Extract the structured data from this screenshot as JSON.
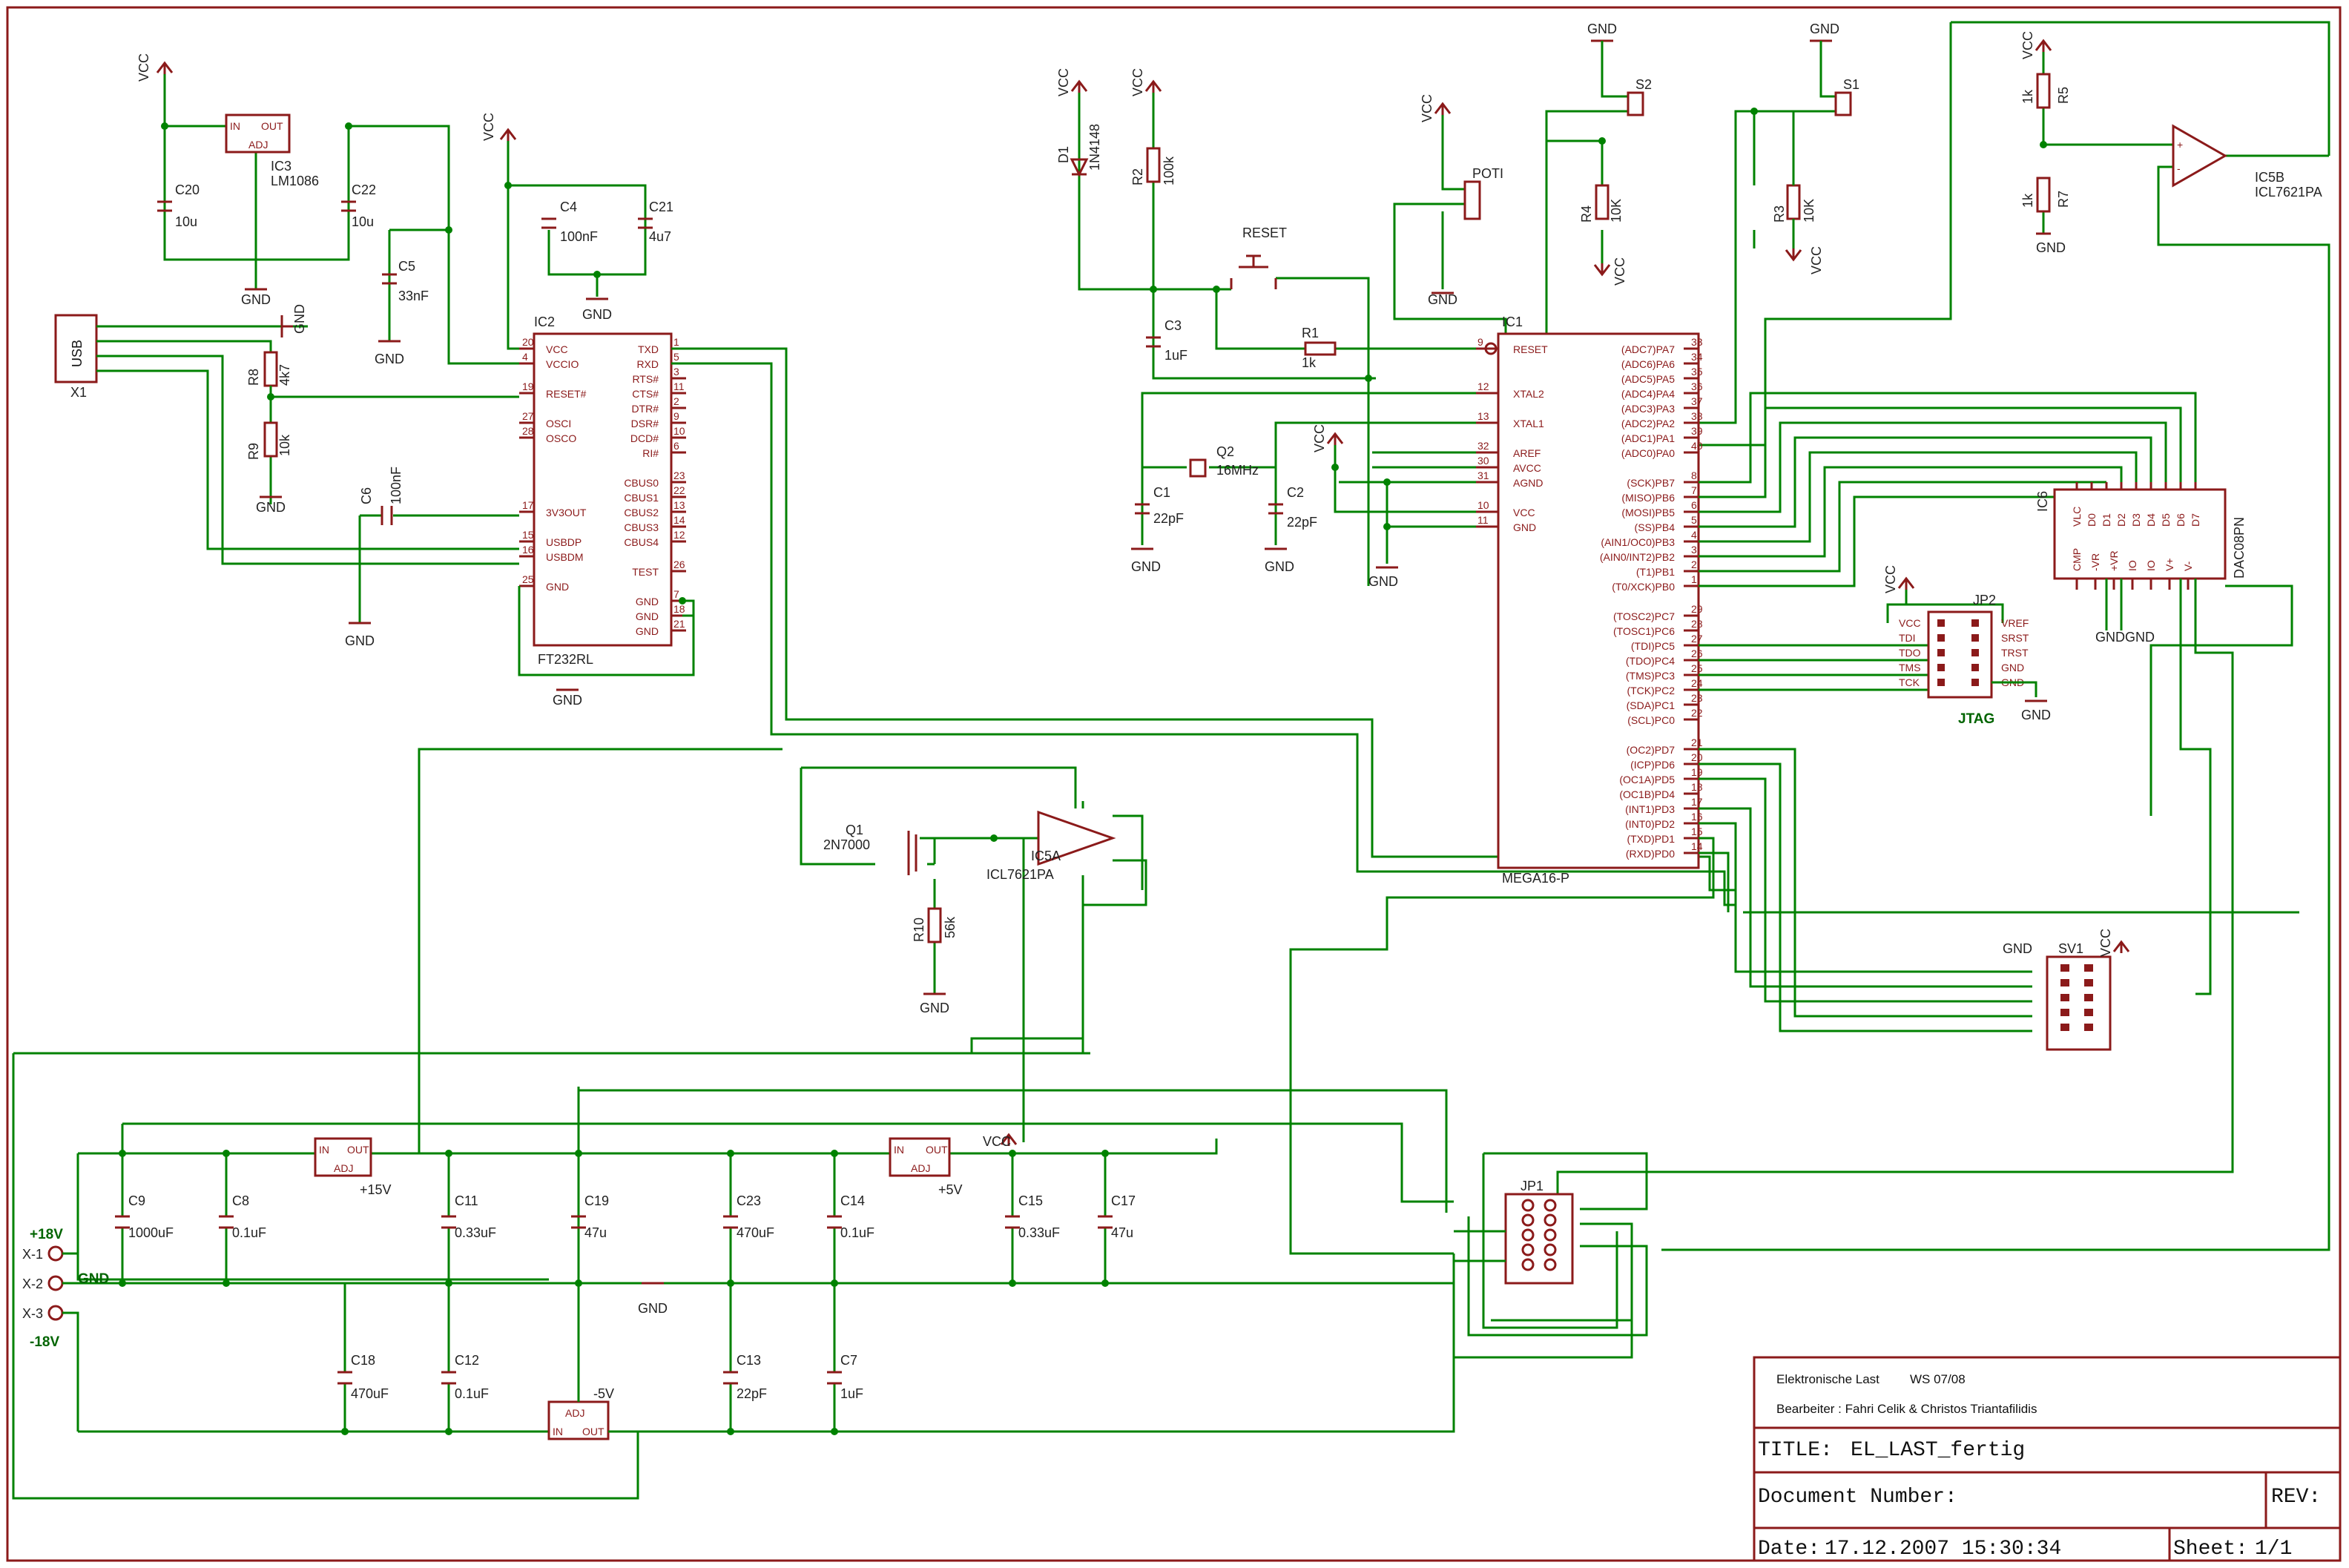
{
  "labels": {
    "vcc": "VCC",
    "gnd": "GND",
    "usb": "USB",
    "x1": "X1",
    "ic3_name": "IC3",
    "ic3_value": "LM1086",
    "ic3_in": "IN",
    "ic3_out": "OUT",
    "ic3_adj": "ADJ",
    "c20": "C20",
    "c20_val": "10u",
    "c22": "C22",
    "c22_val": "10u",
    "c5": "C5",
    "c5_val": "33nF",
    "c4": "C4",
    "c4_val": "100nF",
    "c21": "C21",
    "c21_val": "4u7",
    "c6": "C6",
    "c6_val": "100nF",
    "r8": "R8",
    "r8_val": "4k7",
    "r9": "R9",
    "r9_val": "10k",
    "ic2_name": "IC2",
    "ic2_value": "FT232RL",
    "ic2_left_pins": [
      "VCC",
      "VCCIO",
      "RESET#",
      "OSCI",
      "OSCO",
      "3V3OUT",
      "USBDP",
      "USBDM",
      "GND"
    ],
    "ic2_left_nums": [
      "20",
      "4",
      "19",
      "27",
      "28",
      "17",
      "15",
      "16",
      "25"
    ],
    "ic2_right_pins": [
      "TXD",
      "RXD",
      "RTS#",
      "CTS#",
      "DTR#",
      "DSR#",
      "DCD#",
      "RI#",
      "CBUS0",
      "CBUS1",
      "CBUS2",
      "CBUS3",
      "CBUS4",
      "TEST",
      "GND",
      "GND",
      "GND"
    ],
    "ic2_right_nums": [
      "1",
      "5",
      "3",
      "11",
      "2",
      "9",
      "10",
      "6",
      "23",
      "22",
      "13",
      "14",
      "12",
      "26",
      "7",
      "18",
      "21"
    ],
    "d1": "D1",
    "d1_val": "1N4148",
    "r2": "R2",
    "r2_val": "100k",
    "c3": "C3",
    "c3_val": "1uF",
    "reset": "RESET",
    "r1": "R1",
    "r1_val": "1k",
    "q2": "Q2",
    "q2_val": "16MHz",
    "c1": "C1",
    "c1_val": "22pF",
    "c2": "C2",
    "c2_val": "22pF",
    "poti": "POTI",
    "s1": "S1",
    "s2": "S2",
    "r3": "R3",
    "r3_val": "10K",
    "r4": "R4",
    "r4_val": "10K",
    "r5": "R5",
    "r5_val": "1k",
    "r7": "R7",
    "r7_val": "1k",
    "ic5b": "IC5B",
    "ic5b_val": "ICL7621PA",
    "ic1_name": "IC1",
    "ic1_value": "MEGA16-P",
    "ic1_left_pins": [
      "RESET",
      "XTAL2",
      "XTAL1",
      "AREF",
      "AVCC",
      "AGND",
      "VCC",
      "GND"
    ],
    "ic1_left_nums": [
      "9",
      "12",
      "13",
      "32",
      "30",
      "31",
      "10",
      "11"
    ],
    "ic1_right_pins": [
      "(ADC7)PA7",
      "(ADC6)PA6",
      "(ADC5)PA5",
      "(ADC4)PA4",
      "(ADC3)PA3",
      "(ADC2)PA2",
      "(ADC1)PA1",
      "(ADC0)PA0",
      "(SCK)PB7",
      "(MISO)PB6",
      "(MOSI)PB5",
      "(SS)PB4",
      "(AIN1/OC0)PB3",
      "(AIN0/INT2)PB2",
      "(T1)PB1",
      "(T0/XCK)PB0",
      "(TOSC2)PC7",
      "(TOSC1)PC6",
      "(TDI)PC5",
      "(TDO)PC4",
      "(TMS)PC3",
      "(TCK)PC2",
      "(SDA)PC1",
      "(SCL)PC0",
      "(OC2)PD7",
      "(ICP)PD6",
      "(OC1A)PD5",
      "(OC1B)PD4",
      "(INT1)PD3",
      "(INT0)PD2",
      "(TXD)PD1",
      "(RXD)PD0"
    ],
    "ic1_right_nums": [
      "33",
      "34",
      "35",
      "36",
      "37",
      "38",
      "39",
      "40",
      "8",
      "7",
      "6",
      "5",
      "4",
      "3",
      "2",
      "1",
      "29",
      "28",
      "27",
      "26",
      "25",
      "24",
      "23",
      "22",
      "21",
      "20",
      "19",
      "18",
      "17",
      "16",
      "15",
      "14"
    ],
    "ic6_name": "IC6",
    "ic6_value": "DAC08PN",
    "ic6_top_pins": [
      "VLC",
      "D0",
      "D1",
      "D2",
      "D3",
      "D4",
      "D5",
      "D6",
      "D7"
    ],
    "ic6_bot_pins": [
      "CMP",
      "-VR",
      "+VR",
      "IO",
      "IO",
      "V+",
      "V-"
    ],
    "jp2": "JP2",
    "jtag": "JTAG",
    "jtag_left": [
      "VCC",
      "TDI",
      "TDO",
      "TMS",
      "TCK"
    ],
    "jtag_right": [
      "VREF",
      "SRST",
      "TRST",
      "GND",
      "GND"
    ],
    "sv1": "SV1",
    "q1": "Q1",
    "q1_val": "2N7000",
    "ic5a": "IC5A",
    "ic5a_val": "ICL7621PA",
    "r10": "R10",
    "r10_val": "56k",
    "jp1": "JP1",
    "c9": "C9",
    "c9_val": "1000uF",
    "c8": "C8",
    "c8_val": "0.1uF",
    "c11": "C11",
    "c11_val": "0.33uF",
    "c19": "C19",
    "c19_val": "47u",
    "c23": "C23",
    "c23_val": "470uF",
    "c14": "C14",
    "c14_val": "0.1uF",
    "c15": "C15",
    "c15_val": "0.33uF",
    "c17": "C17",
    "c17_val": "47u",
    "c18": "C18",
    "c18_val": "470uF",
    "c12": "C12",
    "c12_val": "0.1uF",
    "c13": "C13",
    "c13_val": "22pF",
    "c7": "C7",
    "c7_val": "1uF",
    "reg15": "+15V",
    "reg5": "+5V",
    "regm5": "-5V",
    "p18": "+18V",
    "m18": "-18V",
    "x1c": "X-1",
    "x2c": "X-2",
    "x3c": "X-3"
  },
  "title_block": {
    "course": "Elektronische Last",
    "semester": "WS 07/08",
    "authors": "Bearbeiter : Fahri Celik & Christos Triantafilidis",
    "title_label": "TITLE:",
    "title_value": "EL_LAST_fertig",
    "docnum_label": "Document Number:",
    "rev_label": "REV:",
    "date_label": "Date:",
    "date_value": "17.12.2007 15:30:34",
    "sheet_label": "Sheet:",
    "sheet_value": "1/1"
  }
}
